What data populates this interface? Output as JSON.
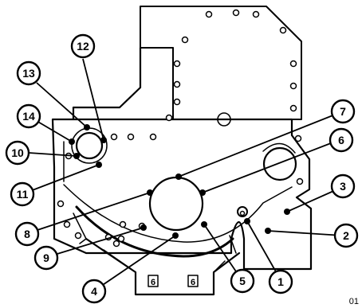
{
  "figure": {
    "code": "01",
    "callouts": [
      {
        "id": "c1",
        "text": "1"
      },
      {
        "id": "c2",
        "text": "2"
      },
      {
        "id": "c3",
        "text": "3"
      },
      {
        "id": "c4",
        "text": "4"
      },
      {
        "id": "c5",
        "text": "5"
      },
      {
        "id": "c6",
        "text": "6"
      },
      {
        "id": "c7",
        "text": "7"
      },
      {
        "id": "c8",
        "text": "8"
      },
      {
        "id": "c9",
        "text": "9"
      },
      {
        "id": "c10",
        "text": "10"
      },
      {
        "id": "c11",
        "text": "11"
      },
      {
        "id": "c12",
        "text": "12"
      },
      {
        "id": "c13",
        "text": "13"
      },
      {
        "id": "c14",
        "text": "14"
      }
    ],
    "bracket_labels": [
      "6",
      "6"
    ]
  },
  "colors": {
    "ink": "#000000",
    "paper": "#ffffff"
  }
}
